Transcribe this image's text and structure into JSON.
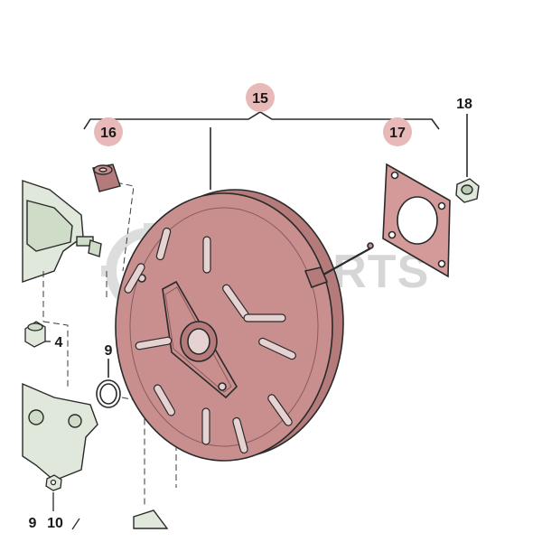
{
  "watermark": {
    "text": "AMPARTS"
  },
  "callouts": {
    "c15": "15",
    "c16": "16",
    "c17": "17",
    "c18": "18",
    "c4": "4",
    "c9a": "9",
    "c9b": "9",
    "c10": "10"
  },
  "colors": {
    "booster_fill": "#c98f8f",
    "booster_dark": "#b57b7b",
    "gasket_fill": "#d49a9a",
    "highlight_circle": "#e8b9b9",
    "line": "#2a2a2a",
    "part_green": "#d9e5d3"
  }
}
